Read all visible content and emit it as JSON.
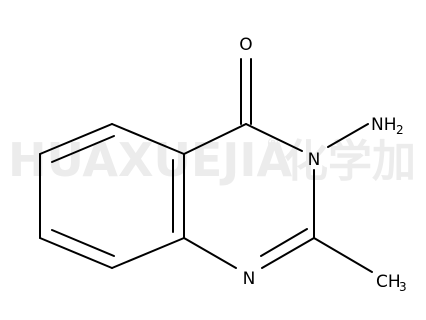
{
  "molecule": {
    "atoms": {
      "oxygen": "O",
      "ring_nitrogen_3": "N",
      "ring_nitrogen_1": "N",
      "amino": {
        "main": "NH",
        "subscript": "2"
      },
      "methyl": {
        "main": "CH",
        "subscript": "3"
      }
    }
  },
  "watermark": {
    "latin": "HUAXUEJIA",
    "registered": "®",
    "chinese": "化学加"
  },
  "colors": {
    "bond": "#000000",
    "text": "#000000",
    "watermark": "#ececec",
    "background": "#ffffff"
  }
}
